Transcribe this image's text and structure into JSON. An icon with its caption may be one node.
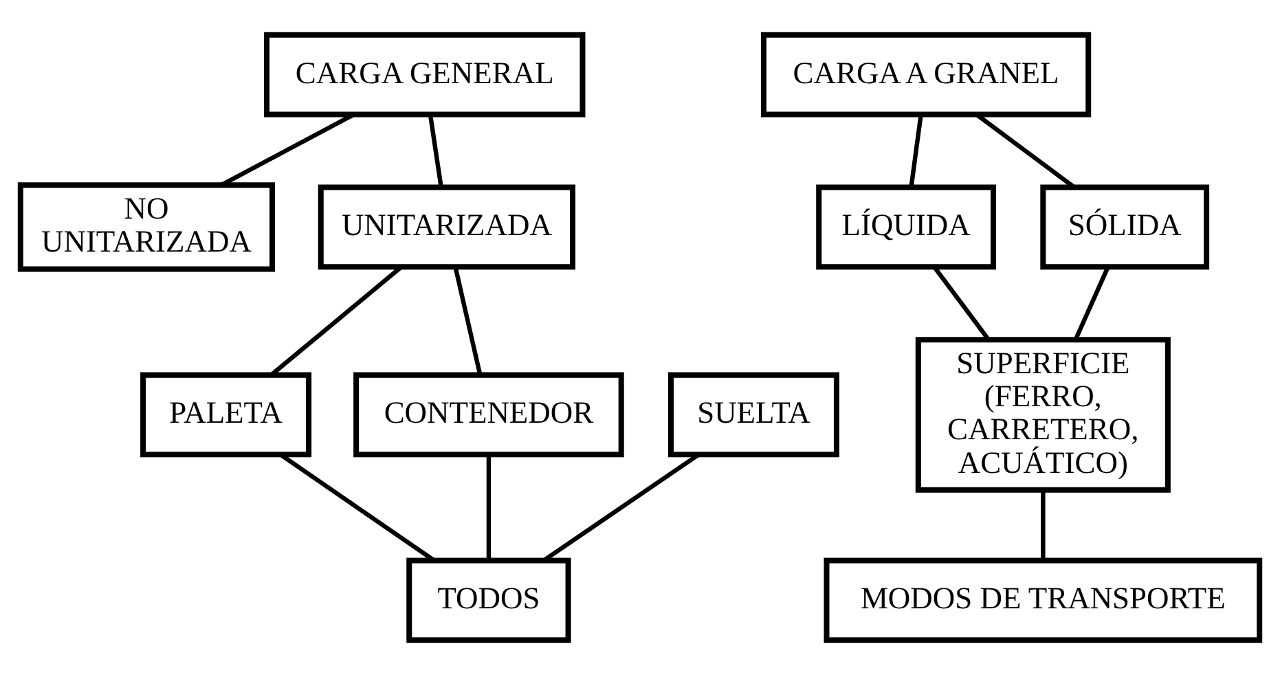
{
  "diagram": {
    "nodes": [
      {
        "text": [
          "CARGA GENERAL"
        ]
      },
      {
        "text": [
          "NO UNITARIZADA"
        ]
      },
      {
        "text": [
          "UNITARIZADA"
        ]
      },
      {
        "text": [
          "SUELTA"
        ]
      },
      {
        "text": [
          "PALETA"
        ]
      },
      {
        "text": [
          "CONTENEDOR"
        ]
      },
      {
        "text": [
          "TODOS"
        ]
      },
      {
        "text": [
          "CARGA A GRANEL"
        ]
      },
      {
        "text": [
          "LÍQUIDA"
        ]
      },
      {
        "text": [
          "SÓLIDA"
        ]
      },
      {
        "text": [
          "SUPERFICIE (FERRO, CARRETERO, ACUÁTICO)"
        ]
      },
      {
        "text": [
          "MODOS DE TRANSPORTE"
        ]
      }
    ],
    "edges": [
      {
        "from": 0,
        "to": 1,
        "arrow": "none"
      },
      {
        "from": 0,
        "to": 2,
        "arrow": "none"
      },
      {
        "from": 2,
        "to": 4,
        "arrow": "none"
      },
      {
        "from": 2,
        "to": 5,
        "arrow": "none"
      },
      {
        "from": 3,
        "to": 6,
        "arrow": "none"
      },
      {
        "from": 4,
        "to": 6,
        "arrow": "none"
      },
      {
        "from": 5,
        "to": 6,
        "arrow": "none"
      },
      {
        "from": 7,
        "to": 8,
        "arrow": "none"
      },
      {
        "from": 7,
        "to": 9,
        "arrow": "none"
      },
      {
        "from": 8,
        "to": 10,
        "arrow": "none"
      },
      {
        "from": 9,
        "to": 10,
        "arrow": "none"
      },
      {
        "from": 10,
        "to": 11,
        "arrow": "none"
      }
    ]
  }
}
